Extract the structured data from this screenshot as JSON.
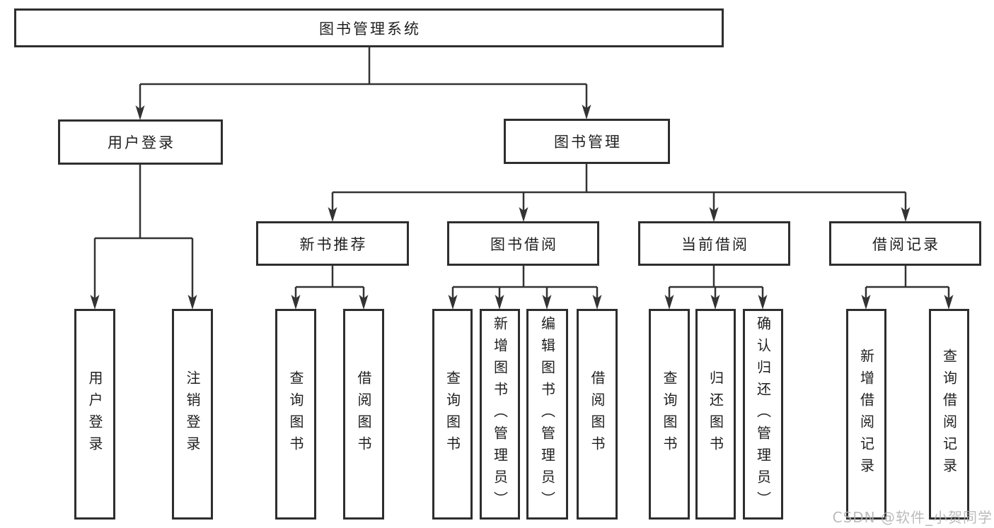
{
  "watermark": {
    "text": "CSDN @软件_小贺同学"
  },
  "colors": {
    "line": "#333333",
    "box_border": "#2e2e2e",
    "text": "#1f1f1f",
    "watermark": "#b0b0b0"
  },
  "tree": {
    "label": "图书管理系统",
    "children": [
      {
        "label": "用户登录",
        "children": [
          {
            "label": "用户登录"
          },
          {
            "label": "注销登录"
          }
        ]
      },
      {
        "label": "图书管理",
        "children": [
          {
            "label": "新书推荐",
            "children": [
              {
                "label": "查询图书"
              },
              {
                "label": "借阅图书"
              }
            ]
          },
          {
            "label": "图书借阅",
            "children": [
              {
                "label": "查询图书"
              },
              {
                "label": "新增图书（管理员）"
              },
              {
                "label": "编辑图书（管理员）"
              },
              {
                "label": "借阅图书"
              }
            ]
          },
          {
            "label": "当前借阅",
            "children": [
              {
                "label": "查询图书"
              },
              {
                "label": "归还图书"
              },
              {
                "label": "确认归还（管理员）"
              }
            ]
          },
          {
            "label": "借阅记录",
            "children": [
              {
                "label": "新增借阅记录"
              },
              {
                "label": "查询借阅记录"
              }
            ]
          }
        ]
      }
    ]
  }
}
